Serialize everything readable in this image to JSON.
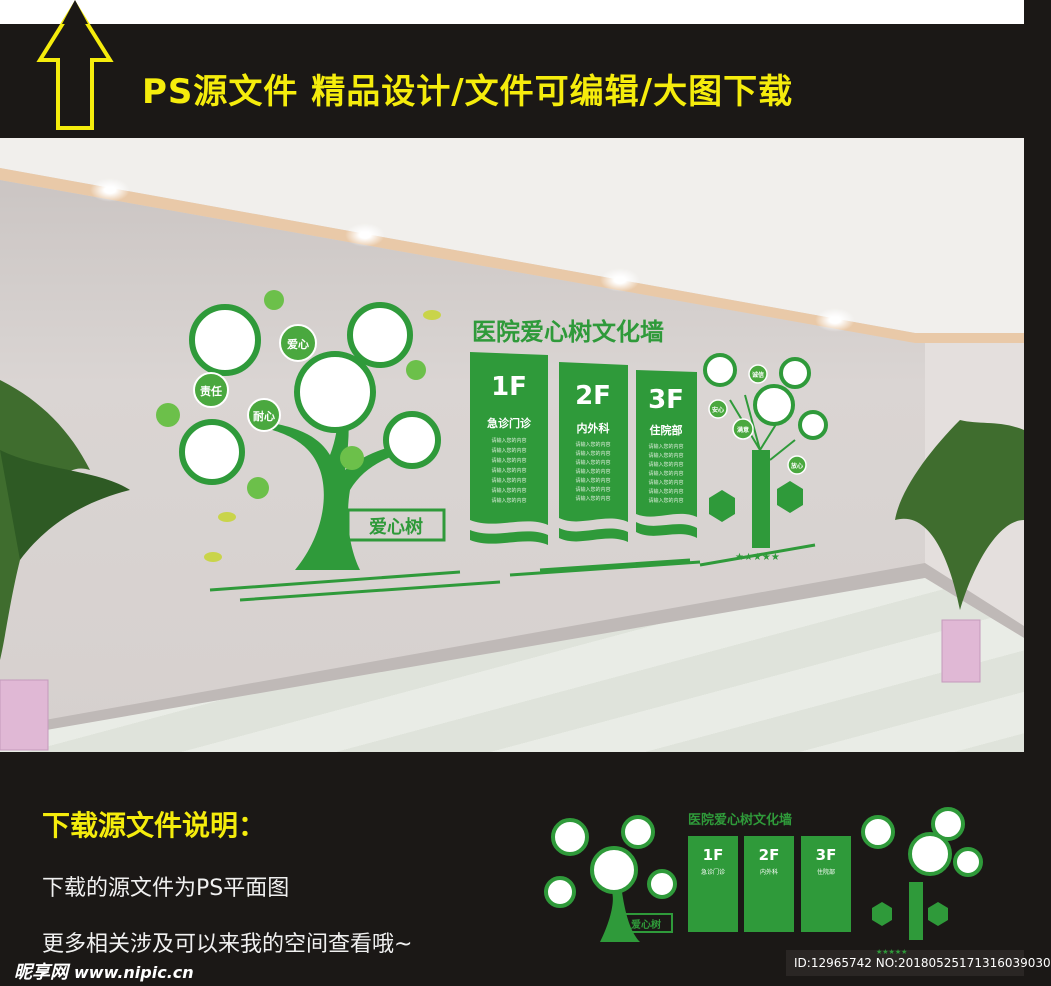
{
  "banner": {
    "title": "PS源文件   精品设计/文件可编辑/大图下载",
    "arrow_icon": "up-arrow-outline",
    "text_color": "#f5ec0c",
    "bg_color": "#1b1816"
  },
  "wall_design": {
    "title": "医院爱心树文化墙",
    "left_tree": {
      "badges": [
        "爱心",
        "责任",
        "耐心"
      ],
      "sign": "爱心树"
    },
    "panels": [
      {
        "floor": "1F",
        "dept": "急诊门诊",
        "lines": [
          "请输入您的内容",
          "请输入您的内容",
          "请输入您的内容",
          "请输入您的内容",
          "请输入您的内容",
          "请输入您的内容",
          "请输入您的内容"
        ]
      },
      {
        "floor": "2F",
        "dept": "内外科",
        "lines": [
          "请输入您的内容",
          "请输入您的内容",
          "请输入您的内容",
          "请输入您的内容",
          "请输入您的内容",
          "请输入您的内容",
          "请输入您的内容"
        ]
      },
      {
        "floor": "3F",
        "dept": "住院部",
        "lines": [
          "请输入您的内容",
          "请输入您的内容",
          "请输入您的内容",
          "请输入您的内容",
          "请输入您的内容",
          "请输入您的内容",
          "请输入您的内容"
        ]
      }
    ],
    "right_tree": {
      "badges": [
        "诚信",
        "安心",
        "满意",
        "放心"
      ],
      "stars": "★★★★★"
    },
    "accent_color": "#2f9a3a",
    "light_green": "#6cc04a"
  },
  "footer": {
    "title": "下载源文件说明：",
    "line1": "下载的源文件为PS平面图",
    "line2": "更多相关涉及可以来我的空间查看哦~",
    "watermark_brand": "昵享网",
    "watermark_url": "www.nipic.cn",
    "id_text": "ID:12965742 NO:20180525171316039030"
  }
}
